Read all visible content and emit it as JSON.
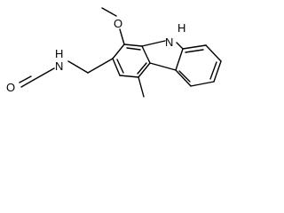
{
  "atoms": {
    "formyl_oxygen": "O",
    "amide_nitrogen": "N",
    "amide_hydrogen": "H",
    "methoxy_oxygen": "O",
    "indole_nitrogen": "N",
    "indole_hydrogen": "H"
  },
  "colors": {
    "bond": "#000000",
    "label": "#000000",
    "background": "#ffffff"
  }
}
